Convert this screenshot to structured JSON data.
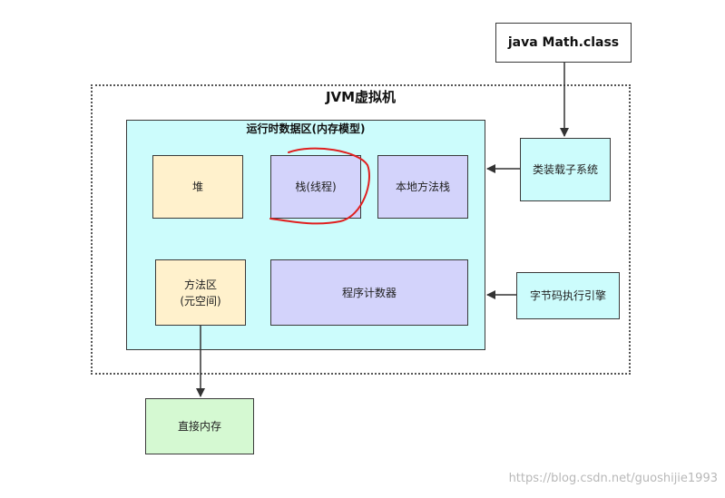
{
  "java_class": "java Math.class",
  "jvm_title": "JVM虚拟机",
  "runtime_title": "运行时数据区(内存模型)",
  "heap": "堆",
  "stack": "栈(线程)",
  "native_stack": "本地方法栈",
  "method_area_line1": "方法区",
  "method_area_line2": "(元空间)",
  "program_counter": "程序计数器",
  "class_loader": "类装载子系统",
  "bytecode_engine": "字节码执行引擎",
  "direct_memory": "直接内存",
  "watermark": "https://blog.csdn.net/guoshijie1993",
  "colors": {
    "runtime_bg": "#ccfcfc",
    "yellow_box": "#fff1cc",
    "purple_box": "#d3d3fb",
    "green_box": "#d5f9d2",
    "annotation": "#e02020"
  }
}
